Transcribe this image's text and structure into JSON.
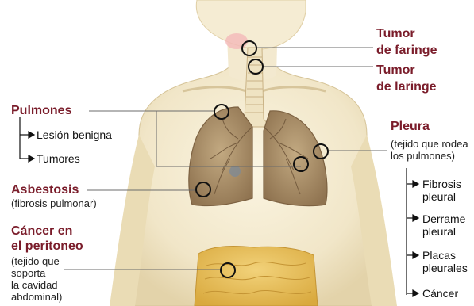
{
  "labels": {
    "tumor_faringe": "Tumor\nde faringe",
    "tumor_laringe": "Tumor\nde laringe",
    "pulmones": "Pulmones",
    "lesion_benigna": "Lesión benigna",
    "tumores": "Tumores",
    "asbestosis": "Asbestosis",
    "fibrosis_pulmonar": "(fibrosis pulmonar)",
    "cancer_peritoneo": "Cáncer en\nel peritoneo",
    "tejido_peritoneo": "(tejido que\nsoporta\nla cavidad\nabdominal)",
    "pleura": "Pleura",
    "tejido_pleura": "(tejido que rodea\nlos pulmones)",
    "fibrosis_pleural": "Fibrosis\npleural",
    "derrame_pleural": "Derrame\npleural",
    "placas_pleurales": "Placas\npleurales",
    "cancer": "Cáncer"
  },
  "colors": {
    "heading": "#7a1c2a",
    "skin": "#f1e6c8",
    "skin_shadow": "#d9c9a0",
    "lung": "#a98e6a",
    "intestine": "#e7bf57",
    "marker": "#111111"
  }
}
